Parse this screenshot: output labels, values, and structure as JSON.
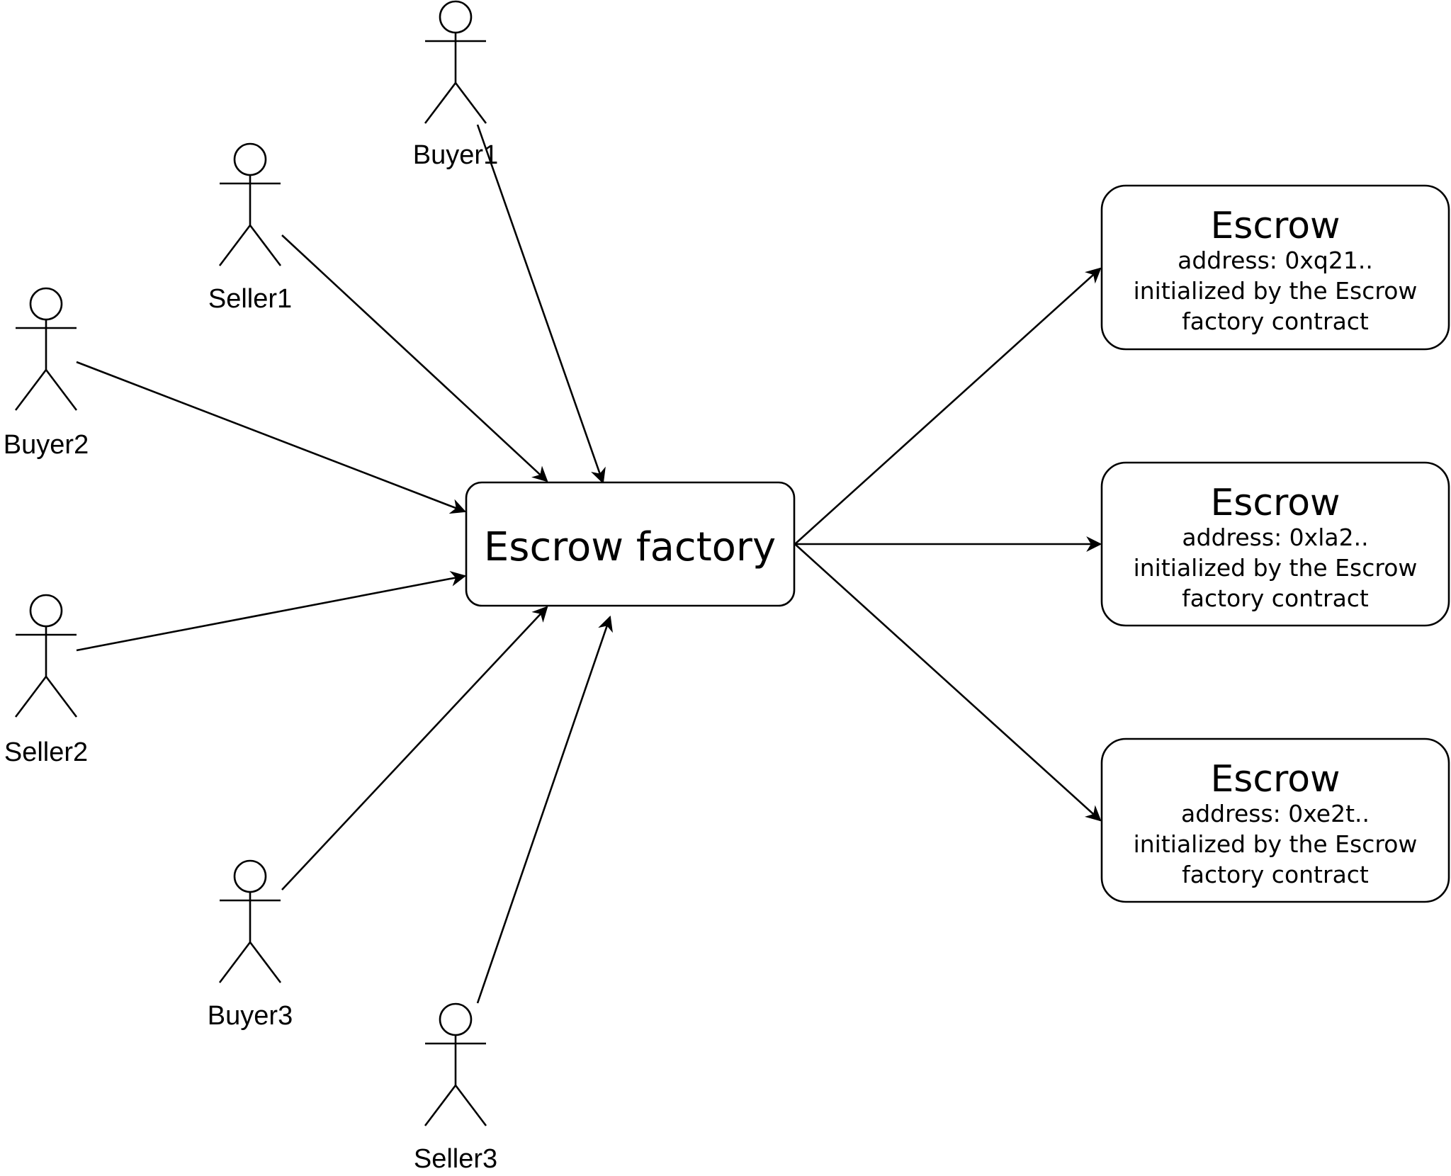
{
  "actors": [
    {
      "id": "buyer1",
      "label": "Buyer1"
    },
    {
      "id": "seller1",
      "label": "Seller1"
    },
    {
      "id": "buyer2",
      "label": "Buyer2"
    },
    {
      "id": "seller2",
      "label": "Seller2"
    },
    {
      "id": "buyer3",
      "label": "Buyer3"
    },
    {
      "id": "seller3",
      "label": "Seller3"
    }
  ],
  "factory": {
    "title": "Escrow factory"
  },
  "escrows": [
    {
      "title": "Escrow",
      "address": "address: 0xq21..",
      "line2": "initialized by the Escrow",
      "line3": "factory contract"
    },
    {
      "title": "Escrow",
      "address": "address: 0xla2..",
      "line2": "initialized by the Escrow",
      "line3": "factory contract"
    },
    {
      "title": "Escrow",
      "address": "address: 0xe2t..",
      "line2": "initialized by the Escrow",
      "line3": "factory contract"
    }
  ],
  "edges": [
    {
      "from": "buyer1",
      "to": "factory"
    },
    {
      "from": "seller1",
      "to": "factory"
    },
    {
      "from": "buyer2",
      "to": "factory"
    },
    {
      "from": "seller2",
      "to": "factory"
    },
    {
      "from": "buyer3",
      "to": "factory"
    },
    {
      "from": "seller3",
      "to": "factory"
    },
    {
      "from": "factory",
      "to": "escrow-0"
    },
    {
      "from": "factory",
      "to": "escrow-1"
    },
    {
      "from": "factory",
      "to": "escrow-2"
    }
  ]
}
